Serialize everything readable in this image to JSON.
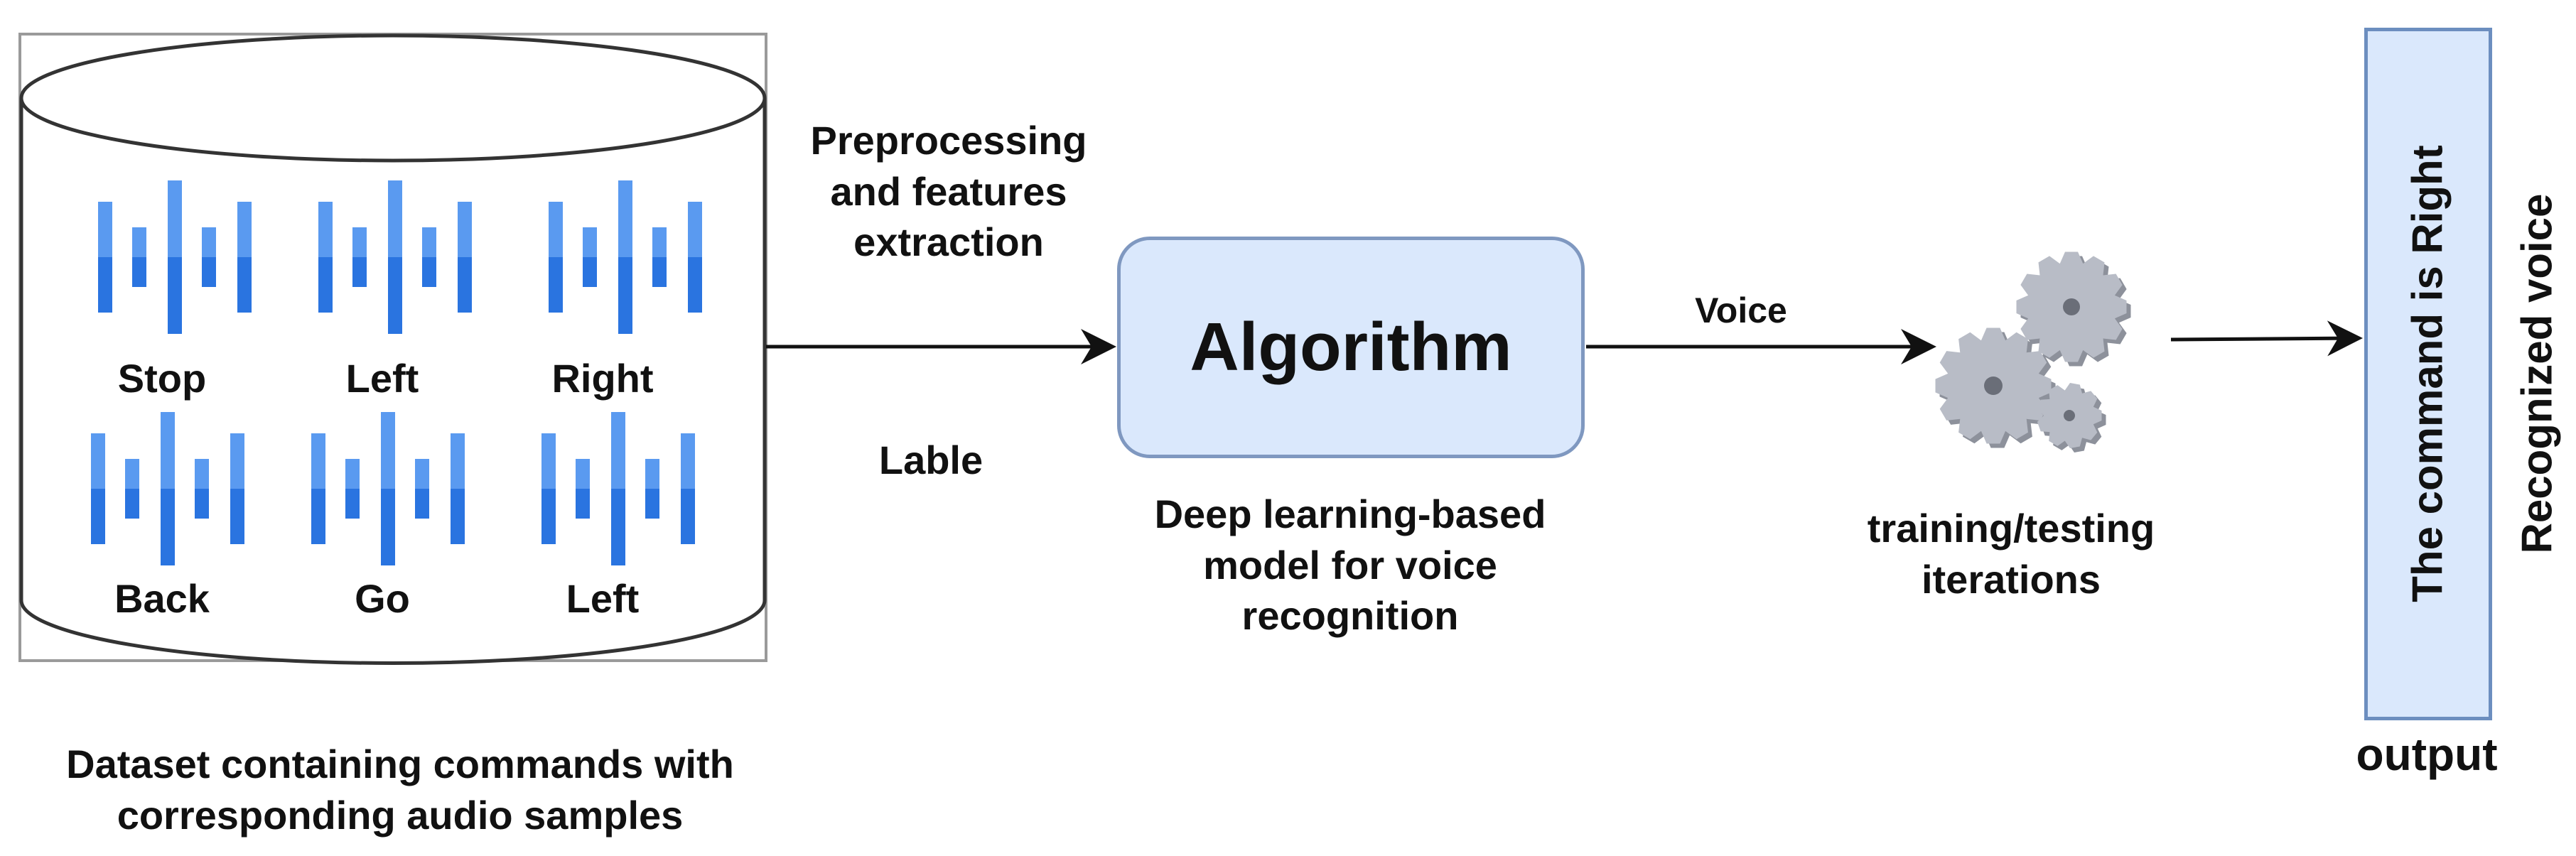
{
  "dataset": {
    "commands": [
      "Stop",
      "Left",
      "Right",
      "Back",
      "Go",
      "Left"
    ],
    "caption_line1": "Dataset containing commands with",
    "caption_line2": "corresponding audio samples"
  },
  "edge_labels": {
    "preprocessing_line1": "Preprocessing",
    "preprocessing_line2": "and features",
    "preprocessing_line3": "extraction",
    "label": "Lable",
    "voice": "Voice"
  },
  "algorithm": {
    "title": "Algorithm",
    "desc_line1": "Deep learning-based",
    "desc_line2": "model for voice",
    "desc_line3": "recognition"
  },
  "training": {
    "line1": "training/testing",
    "line2": "iterations",
    "icon": "gears-icon"
  },
  "output": {
    "box_text": "The command is Right",
    "side_text": "Recognized voice",
    "caption": "output"
  },
  "colors": {
    "wave_dark": "#2a74e0",
    "wave_light": "#5a9af0",
    "box_fill": "#dae8fc",
    "box_border": "#6c8ebf",
    "gear": "#b8bcc6"
  }
}
